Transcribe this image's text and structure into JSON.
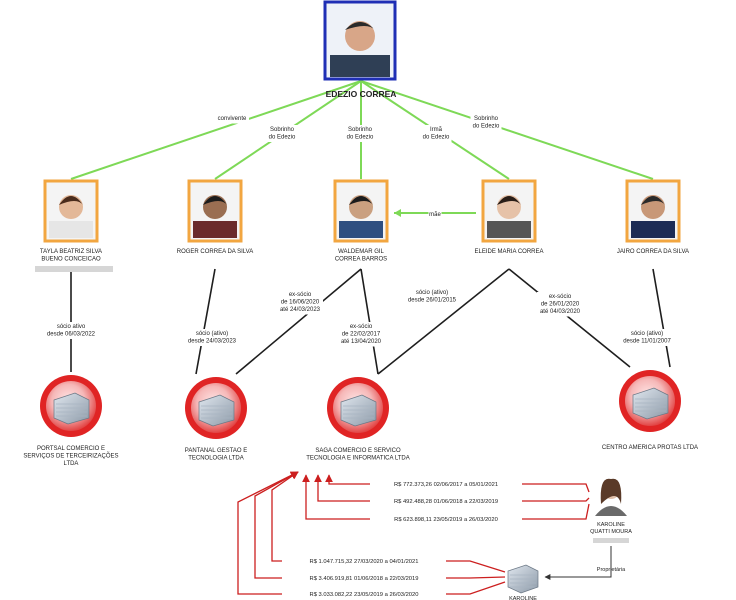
{
  "root": {
    "name": "EDEZIO CORREA"
  },
  "people": [
    {
      "id": "p1",
      "name_lines": [
        "TAYLA BEATRIZ SILVA",
        "BUENO CONCEICAO"
      ]
    },
    {
      "id": "p2",
      "name_lines": [
        "ROGER CORREA DA SILVA"
      ]
    },
    {
      "id": "p3",
      "name_lines": [
        "WALDEMAR GIL",
        "CORREA BARROS"
      ]
    },
    {
      "id": "p4",
      "name_lines": [
        "ELEIDE MARIA CORREA"
      ]
    },
    {
      "id": "p5",
      "name_lines": [
        "JAIRO CORREA DA SILVA"
      ]
    }
  ],
  "root_relations": [
    {
      "to": "p1",
      "lines": [
        "convivente"
      ]
    },
    {
      "to": "p2",
      "lines": [
        "Sobrinho",
        "do Edezio"
      ]
    },
    {
      "to": "p3",
      "lines": [
        "Sobrinho",
        "do Edezio"
      ]
    },
    {
      "to": "p4",
      "lines": [
        "Irmã",
        "do Edezio"
      ]
    },
    {
      "to": "p5",
      "lines": [
        "Sobrinho",
        "do Edezio"
      ]
    }
  ],
  "mother_label": "mãe",
  "companies": [
    {
      "id": "c1",
      "name_lines": [
        "PORTSAL COMERCIO E",
        "SERVIÇOS DE TERCEIRIZAÇÕES",
        "LTDA"
      ]
    },
    {
      "id": "c2",
      "name_lines": [
        "PANTANAL GESTAO E",
        "TECNOLOGIA LTDA"
      ]
    },
    {
      "id": "c3",
      "name_lines": [
        "SAGA COMERCIO E SERVICO",
        "TECNOLOGIA E INFORMATICA LTDA"
      ]
    },
    {
      "id": "c4",
      "name_lines": [
        "CENTRO AMERICA PROTAS LTDA"
      ]
    }
  ],
  "company_links": [
    {
      "from": "p1",
      "to": "c1",
      "lines": [
        "sócio ativo",
        "desde 06/03/2022"
      ]
    },
    {
      "from": "p2",
      "to": "c2",
      "lines": [
        "sócio (ativo)",
        "desde 24/03/2023"
      ]
    },
    {
      "from": "p3",
      "to": "c2",
      "lines": [
        "ex-sócio",
        "de 16/06/2020",
        "até 24/03/2023"
      ]
    },
    {
      "from": "p3",
      "to": "c3",
      "lines": [
        "ex-sócio",
        "de 22/02/2017",
        "até 13/04/2020"
      ]
    },
    {
      "from": "p4",
      "to": "c3",
      "lines": [
        "sócio (ativo)",
        "desde 26/01/2015"
      ]
    },
    {
      "from": "p4",
      "to": "c4",
      "lines": [
        "ex-sócio",
        "de 26/01/2020",
        "até 04/03/2020"
      ]
    },
    {
      "from": "p5",
      "to": "c4",
      "lines": [
        "sócio (ativo)",
        "desde 11/01/2007"
      ]
    }
  ],
  "karoline": {
    "name_lines": [
      "KAROLINE",
      "QUATTI MOURA"
    ],
    "owner_label": "Proprietária"
  },
  "karoline_company": {
    "name": "KAROLINE"
  },
  "payments_from_karoline": [
    "R$ 772.373,26 02/06/2017 a 05/01/2021",
    "R$ 492.488,28 01/06/2018 a 22/03/2019",
    "R$ 623.898,11 23/05/2019 a 26/03/2020"
  ],
  "payments_from_company": [
    "R$ 1.047.715,32 27/03/2020 a 04/01/2021",
    "R$ 3.406.919,81 01/06/2018 a 22/03/2019",
    "R$ 3.033.082,22 23/05/2019 a 26/03/2020"
  ],
  "colors": {
    "kin": "#7ed957",
    "own": "#1e1e1e",
    "money": "#cc1f1f",
    "frame": "#f2a640",
    "root_frame": "#1f2fb5"
  }
}
